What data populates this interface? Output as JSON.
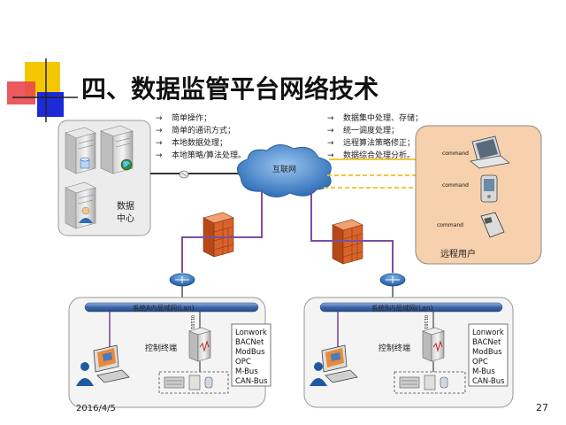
{
  "slide": {
    "title": "四、数据监管平台网络技术",
    "date": "2016/4/5",
    "page_number": "27"
  },
  "left_list": [
    "简单操作；",
    "简单的通讯方式；",
    "本地数据处理；",
    "本地策略/算法处理。"
  ],
  "right_list": [
    "数据集中处理、存储；",
    "统一调度处理；",
    "远程算法策略修正；",
    "数据综合处理分析。"
  ],
  "list_bullet": "→",
  "internet_label": "互联网",
  "data_center_label_1": "数据",
  "data_center_label_2": "中心",
  "remote_user_label": "远程用户",
  "command_label": "command",
  "lan_a_label": "系统A内局域网(Lan)",
  "lan_b_label": "系统B内局域网(Lan)",
  "control_terminal_label": "控制终端",
  "binary_label": "01101",
  "protocols": [
    "Lonwork",
    "BACNet",
    "ModBus",
    "OPC",
    "M-Bus",
    "CAN-Bus"
  ],
  "colors": {
    "lan_bar": "#4a6fa8",
    "cloud": "#3f7fc8",
    "firewall": "#d9632a",
    "remote_box": "#f7d1ad",
    "command_line": "#f0c020",
    "link_purple": "#7a4fa0",
    "deco_yellow": "#f4c800",
    "deco_red": "#e8484e",
    "deco_blue": "#1c2ad8"
  },
  "icons": {
    "server": "server-icon",
    "database": "database-icon",
    "globe": "globe-icon",
    "user": "user-icon",
    "laptop": "laptop-icon",
    "pda": "pda-icon",
    "phone": "phone-icon",
    "router": "router-icon",
    "firewall": "firewall-icon",
    "modem": "modem-icon",
    "workstation": "workstation-icon",
    "plc": "plc-icon"
  }
}
